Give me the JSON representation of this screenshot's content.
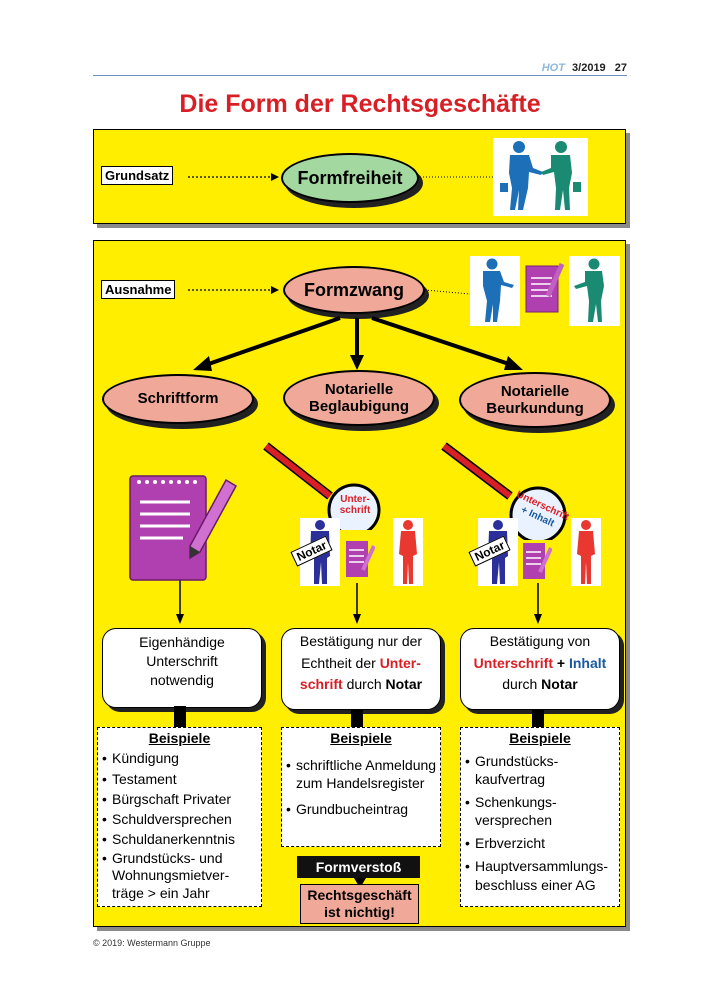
{
  "header": {
    "brand": "HOT",
    "issue": "3/2019",
    "page": "27"
  },
  "title": "Die Form der Rechtsgeschäfte",
  "top": {
    "tag": "Grundsatz",
    "ellipse": "Formfreiheit"
  },
  "main": {
    "tag": "Ausnahme",
    "ellipse": "Formzwang",
    "forms": [
      {
        "l1": "Schriftform",
        "l2": ""
      },
      {
        "l1": "Notarielle",
        "l2": "Beglaubigung"
      },
      {
        "l1": "Notarielle",
        "l2": "Beurkundung"
      }
    ],
    "lens1": "Unter-\nschrift",
    "lens2a": "Unterschrift",
    "lens2b": "+ Inhalt",
    "notar": "Notar",
    "results": {
      "c1": [
        "Eigenhändige",
        "Unterschrift",
        "notwendig"
      ],
      "c2": {
        "a": "Bestätigung nur der",
        "b": "Echtheit der ",
        "c": "Unter-",
        "d": "schrift",
        "e": " durch ",
        "f": "Notar"
      },
      "c3": {
        "a": "Bestätigung von",
        "b": "Unterschrift",
        "c": " + ",
        "d": "Inhalt",
        "e": "durch ",
        "f": "Notar"
      }
    },
    "examples": {
      "heading": "Beispiele",
      "col1": [
        "Kündigung",
        "Testament",
        "Bürgschaft Privater",
        "Schuldversprechen",
        "Schuldanerkenntnis",
        "Grundstücks- und Wohnungsmietver-träge > ein Jahr"
      ],
      "col2": [
        "schriftliche Anmeldung zum Handelsregister",
        "Grundbucheintrag"
      ],
      "col3": [
        "Grundstücks-kaufvertrag",
        "Schenkungs-versprechen",
        "Erbverzicht",
        "Hauptversammlungs-beschluss einer AG"
      ]
    },
    "formverstoss": "Formverstoß",
    "nichtig": [
      "Rechtsgeschäft",
      "ist nichtig!"
    ]
  },
  "colors": {
    "panel": "#ffee00",
    "title": "#d81f26",
    "ellipse": "#f0a898",
    "ellipse_green": "#a3d9a0",
    "contract": "#b040b0"
  },
  "icons": [
    "handshake-figures-icon",
    "contract-document-icon",
    "pen-icon",
    "magnifier-icon",
    "person-silhouette-icon",
    "arrow-icon"
  ],
  "footer": "© 2019: Westermann Gruppe"
}
